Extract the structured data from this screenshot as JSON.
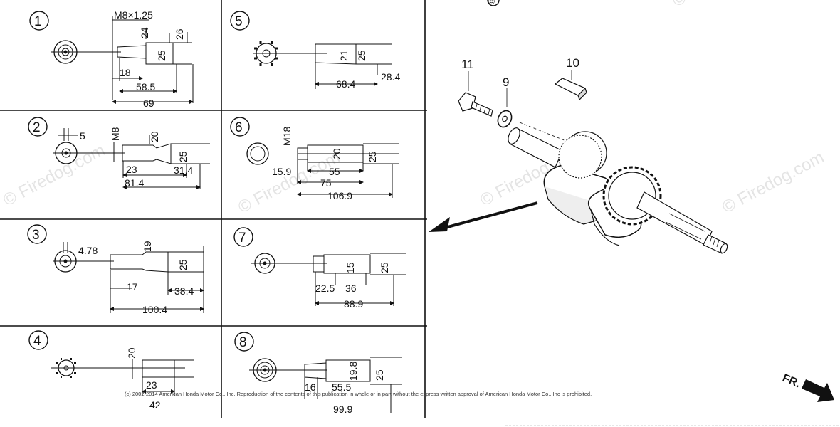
{
  "watermark": "© Firedog.com",
  "copyright": "(c) 2002-2014 American Honda Motor Co., Inc. Reproduction of the contents of this publication in whole or in part without the express written approval of American Honda Motor Co., Inc is prohibited.",
  "front_marker": "FR.",
  "top_marker": "©",
  "panels": [
    {
      "num": "1",
      "dims": {
        "thread": "M8×1.25",
        "d24": "24",
        "d25": "25",
        "d26": "26",
        "l18": "18",
        "l58": "58.5",
        "l69": "69"
      }
    },
    {
      "num": "2",
      "dims": {
        "m8": "M8",
        "d5": "5",
        "d20": "20",
        "d25": "25",
        "l23": "23",
        "l31": "31.4",
        "l81": "81.4"
      }
    },
    {
      "num": "3",
      "dims": {
        "d478": "4.78",
        "d19": "19",
        "d25": "25",
        "l17": "17",
        "l38": "38.4",
        "l100": "100.4"
      }
    },
    {
      "num": "4",
      "dims": {
        "d20": "20",
        "l23": "23",
        "l42": "42"
      }
    },
    {
      "num": "5",
      "dims": {
        "d21": "21",
        "d25": "25",
        "l284": "28.4",
        "l684": "68.4"
      }
    },
    {
      "num": "6",
      "dims": {
        "m18": "M18",
        "d20": "20",
        "d25": "25",
        "l159": "15.9",
        "l55": "55",
        "l75": "75",
        "l1069": "106.9"
      }
    },
    {
      "num": "7",
      "dims": {
        "d15": "15",
        "d25": "25",
        "l225": "22.5",
        "l36": "36",
        "l889": "88.9"
      }
    },
    {
      "num": "8",
      "dims": {
        "d198": "19.8",
        "d25": "25",
        "l16": "16",
        "l555": "55.5",
        "l999": "99.9"
      }
    }
  ],
  "callouts": {
    "bolt": "11",
    "washer": "9",
    "key": "10"
  }
}
